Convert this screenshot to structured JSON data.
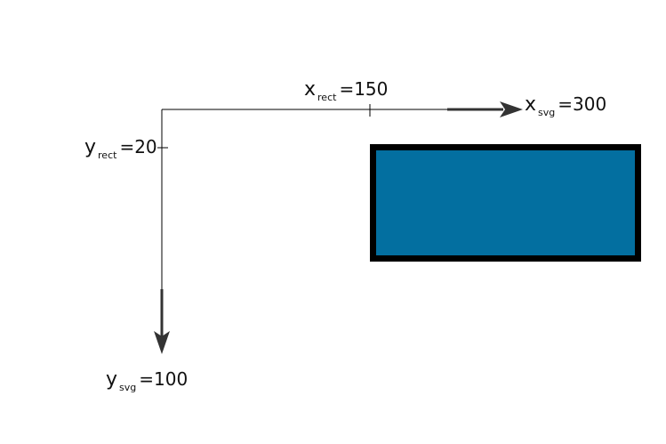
{
  "labels": {
    "x_rect": {
      "var": "x",
      "sub": "rect",
      "value": "=150"
    },
    "x_svg": {
      "var": "x",
      "sub": "svg",
      "value": "=300"
    },
    "y_rect": {
      "var": "y",
      "sub": "rect",
      "value": "=20"
    },
    "y_svg": {
      "var": "y",
      "sub": "svg",
      "value": "=100"
    }
  },
  "colors": {
    "axis": "#000000",
    "arrow": "#333333",
    "rect_fill": "#036fa0",
    "rect_stroke": "#000000"
  }
}
